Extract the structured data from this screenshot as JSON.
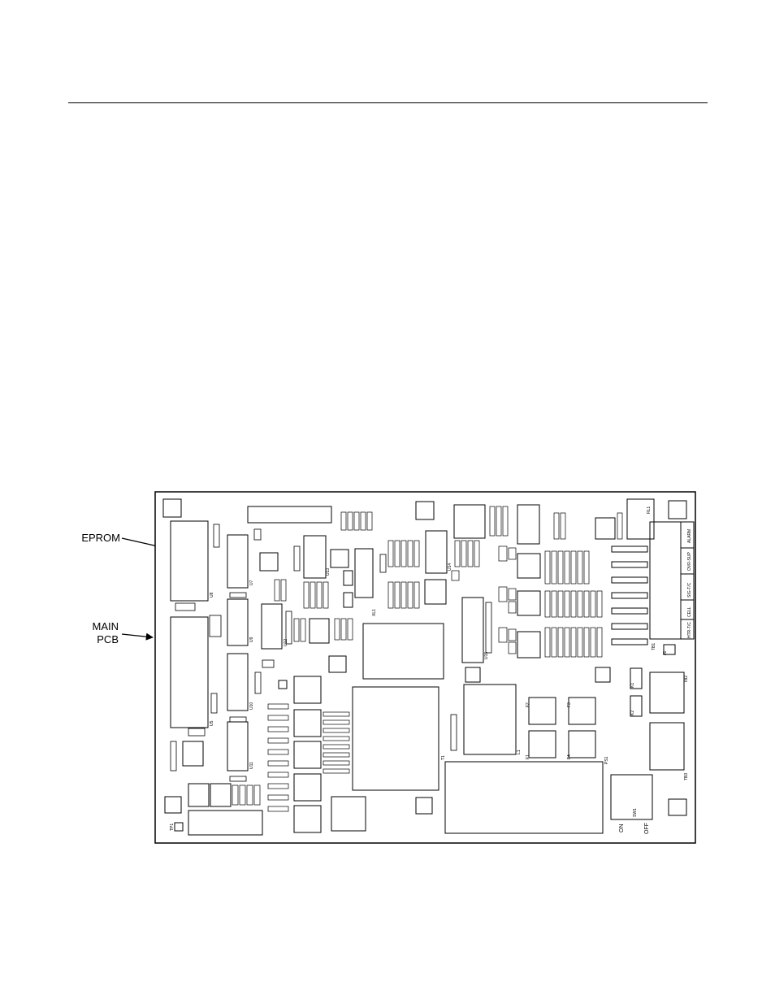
{
  "callouts": {
    "eprom": "EPROM",
    "main_pcb_line1": "MAIN",
    "main_pcb_line2": "PCB"
  },
  "switch": {
    "on_label": "ON",
    "off_label": "OFF"
  },
  "terminal_labels": [
    "ALARM",
    "OVR-SUP",
    "SIG-T/C",
    "CELL",
    "HTR-T/C"
  ],
  "component_labels": {
    "u8": "U8",
    "u5": "U5",
    "u7": "U7",
    "u9": "U9",
    "u10": "U10",
    "u11": "U11",
    "u12": "U12",
    "u13": "U13",
    "u14": "U14",
    "u15": "U15",
    "tb1": "TB1",
    "tb2": "TB2",
    "tb3": "TB3",
    "sw1": "SW1",
    "xl1": "XL1",
    "rl1": "RL1",
    "ps1": "PS1",
    "t1": "T1",
    "l1": "L1",
    "f1": "F1",
    "f2": "F2",
    "f3": "F3",
    "f4": "F4",
    "k1": "K1",
    "k2": "K2",
    "j1": "J1",
    "tp1": "TP1"
  }
}
